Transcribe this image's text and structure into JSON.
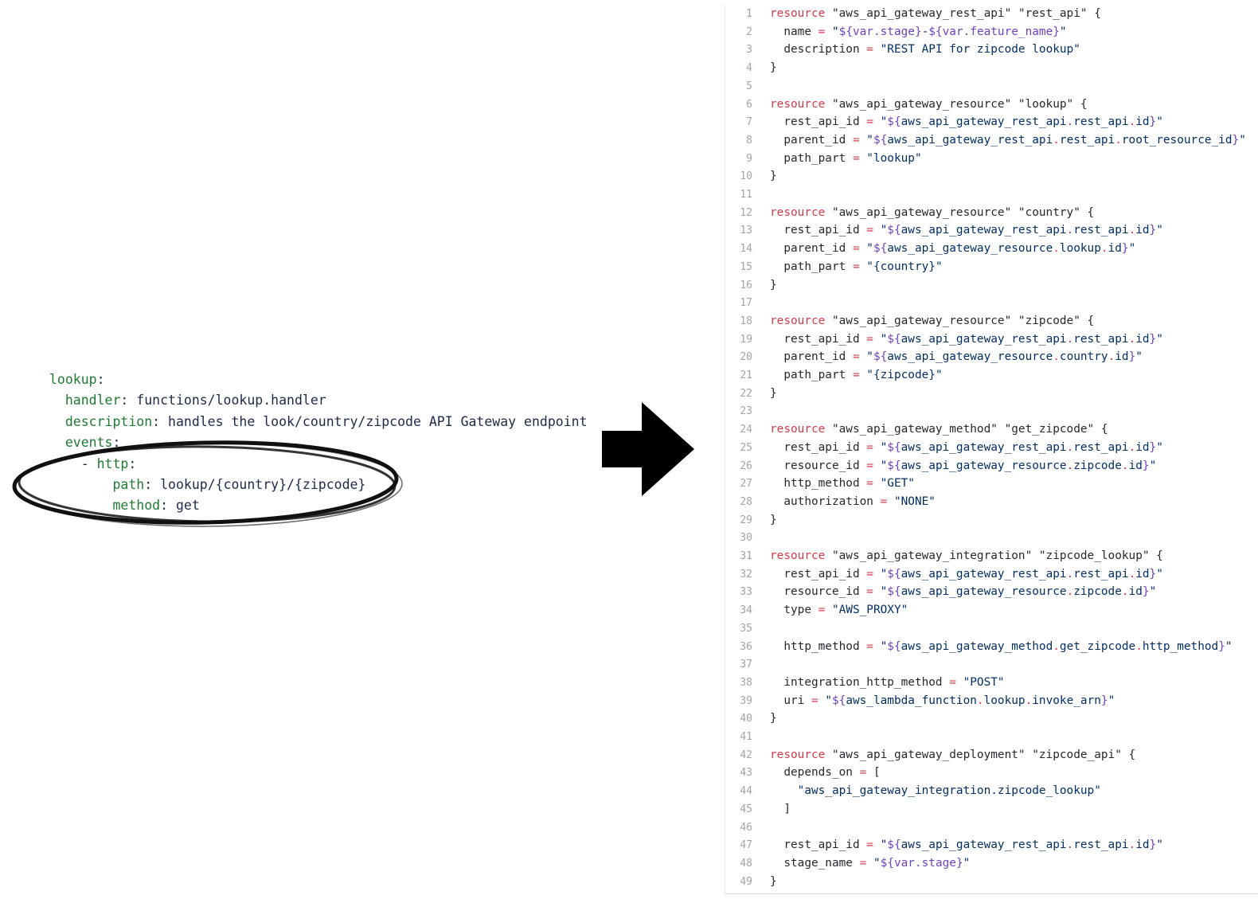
{
  "yaml": {
    "lines": [
      [
        {
          "t": "lookup",
          "c": "ykey"
        },
        {
          "t": ":",
          "c": "ypunct"
        }
      ],
      [
        {
          "t": "  handler",
          "c": "ykey"
        },
        {
          "t": ": ",
          "c": "ypunct"
        },
        {
          "t": "functions/lookup.handler",
          "c": "yval"
        }
      ],
      [
        {
          "t": "  description",
          "c": "ykey"
        },
        {
          "t": ": ",
          "c": "ypunct"
        },
        {
          "t": "handles the look/country/zipcode API Gateway endpoint",
          "c": "yval"
        }
      ],
      [
        {
          "t": "  events",
          "c": "ykey"
        },
        {
          "t": ":",
          "c": "ypunct"
        }
      ],
      [
        {
          "t": "    - ",
          "c": "yval"
        },
        {
          "t": "http",
          "c": "ykey"
        },
        {
          "t": ":",
          "c": "ypunct"
        }
      ],
      [
        {
          "t": "        path",
          "c": "ykey"
        },
        {
          "t": ": ",
          "c": "ypunct"
        },
        {
          "t": "lookup/{country}/{zipcode}",
          "c": "yval"
        }
      ],
      [
        {
          "t": "        method",
          "c": "ykey"
        },
        {
          "t": ": ",
          "c": "ypunct"
        },
        {
          "t": "get",
          "c": "yval"
        }
      ]
    ]
  },
  "code": {
    "lines": [
      [
        {
          "t": "resource",
          "c": "kw"
        },
        {
          "t": " \"aws_api_gateway_rest_api\" \"rest_api\" {",
          "c": "txt"
        }
      ],
      [
        {
          "t": "  name ",
          "c": "txt"
        },
        {
          "t": "=",
          "c": "op"
        },
        {
          "t": " \"",
          "c": "str"
        },
        {
          "t": "${var.stage}",
          "c": "var"
        },
        {
          "t": "-",
          "c": "str"
        },
        {
          "t": "${var.feature_name}",
          "c": "var"
        },
        {
          "t": "\"",
          "c": "str"
        }
      ],
      [
        {
          "t": "  description ",
          "c": "txt"
        },
        {
          "t": "=",
          "c": "op"
        },
        {
          "t": " \"REST API for zipcode lookup\"",
          "c": "str"
        }
      ],
      [
        {
          "t": "}",
          "c": "txt"
        }
      ],
      [],
      [
        {
          "t": "resource",
          "c": "kw"
        },
        {
          "t": " \"aws_api_gateway_resource\" \"lookup\" {",
          "c": "txt"
        }
      ],
      [
        {
          "t": "  rest_api_id ",
          "c": "txt"
        },
        {
          "t": "=",
          "c": "op"
        },
        {
          "t": " \"",
          "c": "str"
        },
        {
          "t": "${",
          "c": "var"
        },
        {
          "t": "aws_api_gateway_rest_api",
          "c": "str"
        },
        {
          "t": ".",
          "c": "op"
        },
        {
          "t": "rest_api",
          "c": "str"
        },
        {
          "t": ".",
          "c": "op"
        },
        {
          "t": "id",
          "c": "str"
        },
        {
          "t": "}",
          "c": "var"
        },
        {
          "t": "\"",
          "c": "str"
        }
      ],
      [
        {
          "t": "  parent_id ",
          "c": "txt"
        },
        {
          "t": "=",
          "c": "op"
        },
        {
          "t": " \"",
          "c": "str"
        },
        {
          "t": "${",
          "c": "var"
        },
        {
          "t": "aws_api_gateway_rest_api",
          "c": "str"
        },
        {
          "t": ".",
          "c": "op"
        },
        {
          "t": "rest_api",
          "c": "str"
        },
        {
          "t": ".",
          "c": "op"
        },
        {
          "t": "root_resource_id",
          "c": "str"
        },
        {
          "t": "}",
          "c": "var"
        },
        {
          "t": "\"",
          "c": "str"
        }
      ],
      [
        {
          "t": "  path_part ",
          "c": "txt"
        },
        {
          "t": "=",
          "c": "op"
        },
        {
          "t": " \"lookup\"",
          "c": "str"
        }
      ],
      [
        {
          "t": "}",
          "c": "txt"
        }
      ],
      [],
      [
        {
          "t": "resource",
          "c": "kw"
        },
        {
          "t": " \"aws_api_gateway_resource\" \"country\" {",
          "c": "txt"
        }
      ],
      [
        {
          "t": "  rest_api_id ",
          "c": "txt"
        },
        {
          "t": "=",
          "c": "op"
        },
        {
          "t": " \"",
          "c": "str"
        },
        {
          "t": "${",
          "c": "var"
        },
        {
          "t": "aws_api_gateway_rest_api",
          "c": "str"
        },
        {
          "t": ".",
          "c": "op"
        },
        {
          "t": "rest_api",
          "c": "str"
        },
        {
          "t": ".",
          "c": "op"
        },
        {
          "t": "id",
          "c": "str"
        },
        {
          "t": "}",
          "c": "var"
        },
        {
          "t": "\"",
          "c": "str"
        }
      ],
      [
        {
          "t": "  parent_id ",
          "c": "txt"
        },
        {
          "t": "=",
          "c": "op"
        },
        {
          "t": " \"",
          "c": "str"
        },
        {
          "t": "${",
          "c": "var"
        },
        {
          "t": "aws_api_gateway_resource",
          "c": "str"
        },
        {
          "t": ".",
          "c": "op"
        },
        {
          "t": "lookup",
          "c": "str"
        },
        {
          "t": ".",
          "c": "op"
        },
        {
          "t": "id",
          "c": "str"
        },
        {
          "t": "}",
          "c": "var"
        },
        {
          "t": "\"",
          "c": "str"
        }
      ],
      [
        {
          "t": "  path_part ",
          "c": "txt"
        },
        {
          "t": "=",
          "c": "op"
        },
        {
          "t": " \"{country}\"",
          "c": "str"
        }
      ],
      [
        {
          "t": "}",
          "c": "txt"
        }
      ],
      [],
      [
        {
          "t": "resource",
          "c": "kw"
        },
        {
          "t": " \"aws_api_gateway_resource\" \"zipcode\" {",
          "c": "txt"
        }
      ],
      [
        {
          "t": "  rest_api_id ",
          "c": "txt"
        },
        {
          "t": "=",
          "c": "op"
        },
        {
          "t": " \"",
          "c": "str"
        },
        {
          "t": "${",
          "c": "var"
        },
        {
          "t": "aws_api_gateway_rest_api",
          "c": "str"
        },
        {
          "t": ".",
          "c": "op"
        },
        {
          "t": "rest_api",
          "c": "str"
        },
        {
          "t": ".",
          "c": "op"
        },
        {
          "t": "id",
          "c": "str"
        },
        {
          "t": "}",
          "c": "var"
        },
        {
          "t": "\"",
          "c": "str"
        }
      ],
      [
        {
          "t": "  parent_id ",
          "c": "txt"
        },
        {
          "t": "=",
          "c": "op"
        },
        {
          "t": " \"",
          "c": "str"
        },
        {
          "t": "${",
          "c": "var"
        },
        {
          "t": "aws_api_gateway_resource",
          "c": "str"
        },
        {
          "t": ".",
          "c": "op"
        },
        {
          "t": "country",
          "c": "str"
        },
        {
          "t": ".",
          "c": "op"
        },
        {
          "t": "id",
          "c": "str"
        },
        {
          "t": "}",
          "c": "var"
        },
        {
          "t": "\"",
          "c": "str"
        }
      ],
      [
        {
          "t": "  path_part ",
          "c": "txt"
        },
        {
          "t": "=",
          "c": "op"
        },
        {
          "t": " \"{zipcode}\"",
          "c": "str"
        }
      ],
      [
        {
          "t": "}",
          "c": "txt"
        }
      ],
      [],
      [
        {
          "t": "resource",
          "c": "kw"
        },
        {
          "t": " \"aws_api_gateway_method\" \"get_zipcode\" {",
          "c": "txt"
        }
      ],
      [
        {
          "t": "  rest_api_id ",
          "c": "txt"
        },
        {
          "t": "=",
          "c": "op"
        },
        {
          "t": " \"",
          "c": "str"
        },
        {
          "t": "${",
          "c": "var"
        },
        {
          "t": "aws_api_gateway_rest_api",
          "c": "str"
        },
        {
          "t": ".",
          "c": "op"
        },
        {
          "t": "rest_api",
          "c": "str"
        },
        {
          "t": ".",
          "c": "op"
        },
        {
          "t": "id",
          "c": "str"
        },
        {
          "t": "}",
          "c": "var"
        },
        {
          "t": "\"",
          "c": "str"
        }
      ],
      [
        {
          "t": "  resource_id ",
          "c": "txt"
        },
        {
          "t": "=",
          "c": "op"
        },
        {
          "t": " \"",
          "c": "str"
        },
        {
          "t": "${",
          "c": "var"
        },
        {
          "t": "aws_api_gateway_resource",
          "c": "str"
        },
        {
          "t": ".",
          "c": "op"
        },
        {
          "t": "zipcode",
          "c": "str"
        },
        {
          "t": ".",
          "c": "op"
        },
        {
          "t": "id",
          "c": "str"
        },
        {
          "t": "}",
          "c": "var"
        },
        {
          "t": "\"",
          "c": "str"
        }
      ],
      [
        {
          "t": "  http_method ",
          "c": "txt"
        },
        {
          "t": "=",
          "c": "op"
        },
        {
          "t": " \"GET\"",
          "c": "str"
        }
      ],
      [
        {
          "t": "  authorization ",
          "c": "txt"
        },
        {
          "t": "=",
          "c": "op"
        },
        {
          "t": " \"NONE\"",
          "c": "str"
        }
      ],
      [
        {
          "t": "}",
          "c": "txt"
        }
      ],
      [],
      [
        {
          "t": "resource",
          "c": "kw"
        },
        {
          "t": " \"aws_api_gateway_integration\" \"zipcode_lookup\" {",
          "c": "txt"
        }
      ],
      [
        {
          "t": "  rest_api_id ",
          "c": "txt"
        },
        {
          "t": "=",
          "c": "op"
        },
        {
          "t": " \"",
          "c": "str"
        },
        {
          "t": "${",
          "c": "var"
        },
        {
          "t": "aws_api_gateway_rest_api",
          "c": "str"
        },
        {
          "t": ".",
          "c": "op"
        },
        {
          "t": "rest_api",
          "c": "str"
        },
        {
          "t": ".",
          "c": "op"
        },
        {
          "t": "id",
          "c": "str"
        },
        {
          "t": "}",
          "c": "var"
        },
        {
          "t": "\"",
          "c": "str"
        }
      ],
      [
        {
          "t": "  resource_id ",
          "c": "txt"
        },
        {
          "t": "=",
          "c": "op"
        },
        {
          "t": " \"",
          "c": "str"
        },
        {
          "t": "${",
          "c": "var"
        },
        {
          "t": "aws_api_gateway_resource",
          "c": "str"
        },
        {
          "t": ".",
          "c": "op"
        },
        {
          "t": "zipcode",
          "c": "str"
        },
        {
          "t": ".",
          "c": "op"
        },
        {
          "t": "id",
          "c": "str"
        },
        {
          "t": "}",
          "c": "var"
        },
        {
          "t": "\"",
          "c": "str"
        }
      ],
      [
        {
          "t": "  type ",
          "c": "txt"
        },
        {
          "t": "=",
          "c": "op"
        },
        {
          "t": " \"AWS_PROXY\"",
          "c": "str"
        }
      ],
      [],
      [
        {
          "t": "  http_method ",
          "c": "txt"
        },
        {
          "t": "=",
          "c": "op"
        },
        {
          "t": " \"",
          "c": "str"
        },
        {
          "t": "${",
          "c": "var"
        },
        {
          "t": "aws_api_gateway_method",
          "c": "str"
        },
        {
          "t": ".",
          "c": "op"
        },
        {
          "t": "get_zipcode",
          "c": "str"
        },
        {
          "t": ".",
          "c": "op"
        },
        {
          "t": "http_method",
          "c": "str"
        },
        {
          "t": "}",
          "c": "var"
        },
        {
          "t": "\"",
          "c": "str"
        }
      ],
      [],
      [
        {
          "t": "  integration_http_method ",
          "c": "txt"
        },
        {
          "t": "=",
          "c": "op"
        },
        {
          "t": " \"POST\"",
          "c": "str"
        }
      ],
      [
        {
          "t": "  uri ",
          "c": "txt"
        },
        {
          "t": "=",
          "c": "op"
        },
        {
          "t": " \"",
          "c": "str"
        },
        {
          "t": "${",
          "c": "var"
        },
        {
          "t": "aws_lambda_function",
          "c": "str"
        },
        {
          "t": ".",
          "c": "op"
        },
        {
          "t": "lookup",
          "c": "str"
        },
        {
          "t": ".",
          "c": "op"
        },
        {
          "t": "invoke_arn",
          "c": "str"
        },
        {
          "t": "}",
          "c": "var"
        },
        {
          "t": "\"",
          "c": "str"
        }
      ],
      [
        {
          "t": "}",
          "c": "txt"
        }
      ],
      [],
      [
        {
          "t": "resource",
          "c": "kw"
        },
        {
          "t": " \"aws_api_gateway_deployment\" \"zipcode_api\" {",
          "c": "txt"
        }
      ],
      [
        {
          "t": "  depends_on ",
          "c": "txt"
        },
        {
          "t": "=",
          "c": "op"
        },
        {
          "t": " [",
          "c": "txt"
        }
      ],
      [
        {
          "t": "    \"aws_api_gateway_integration.zipcode_lookup\"",
          "c": "str"
        }
      ],
      [
        {
          "t": "  ]",
          "c": "txt"
        }
      ],
      [],
      [
        {
          "t": "  rest_api_id ",
          "c": "txt"
        },
        {
          "t": "=",
          "c": "op"
        },
        {
          "t": " \"",
          "c": "str"
        },
        {
          "t": "${",
          "c": "var"
        },
        {
          "t": "aws_api_gateway_rest_api",
          "c": "str"
        },
        {
          "t": ".",
          "c": "op"
        },
        {
          "t": "rest_api",
          "c": "str"
        },
        {
          "t": ".",
          "c": "op"
        },
        {
          "t": "id",
          "c": "str"
        },
        {
          "t": "}",
          "c": "var"
        },
        {
          "t": "\"",
          "c": "str"
        }
      ],
      [
        {
          "t": "  stage_name ",
          "c": "txt"
        },
        {
          "t": "=",
          "c": "op"
        },
        {
          "t": " \"",
          "c": "str"
        },
        {
          "t": "${var.stage}",
          "c": "var"
        },
        {
          "t": "\"",
          "c": "str"
        }
      ],
      [
        {
          "t": "}",
          "c": "txt"
        }
      ]
    ]
  },
  "colors": {
    "keyword": "#d73a49",
    "string": "#032f62",
    "interpolation": "#6f42c1",
    "yaml_key": "#1f7a32",
    "line_number": "#a0a4a8",
    "highlight_ellipse": "#111111",
    "arrow": "#000000"
  },
  "icons": {
    "arrow": "right-arrow-icon"
  }
}
